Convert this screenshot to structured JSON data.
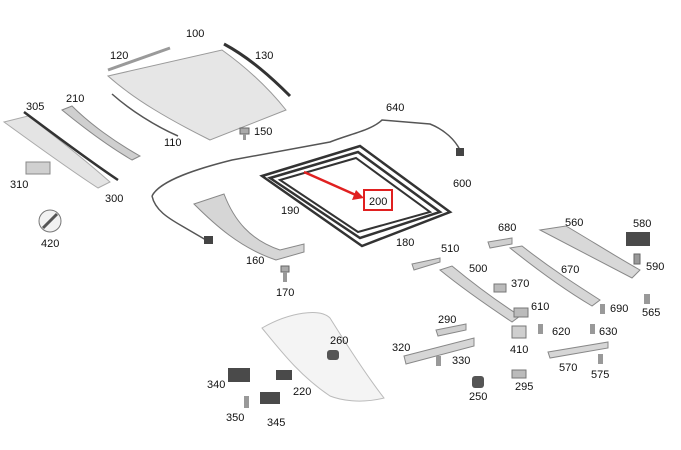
{
  "colors": {
    "background": "#ffffff",
    "part_fill": "#dcdcdc",
    "part_fill_light": "#efefef",
    "part_stroke": "#8a8a8a",
    "dark_part": "#4a4a4a",
    "frame_stroke": "#333333",
    "highlight": "#e02020"
  },
  "highlight": {
    "label": "200",
    "arrow_color": "#e02020"
  },
  "callouts": [
    {
      "id": "100",
      "text": "100"
    },
    {
      "id": "120",
      "text": "120"
    },
    {
      "id": "130",
      "text": "130"
    },
    {
      "id": "305",
      "text": "305"
    },
    {
      "id": "210",
      "text": "210"
    },
    {
      "id": "110",
      "text": "110"
    },
    {
      "id": "150",
      "text": "150"
    },
    {
      "id": "640",
      "text": "640"
    },
    {
      "id": "310",
      "text": "310"
    },
    {
      "id": "300",
      "text": "300"
    },
    {
      "id": "600",
      "text": "600"
    },
    {
      "id": "190",
      "text": "190"
    },
    {
      "id": "200",
      "text": "200"
    },
    {
      "id": "420",
      "text": "420"
    },
    {
      "id": "180",
      "text": "180"
    },
    {
      "id": "680",
      "text": "680"
    },
    {
      "id": "560",
      "text": "560"
    },
    {
      "id": "580",
      "text": "580"
    },
    {
      "id": "510",
      "text": "510"
    },
    {
      "id": "160",
      "text": "160"
    },
    {
      "id": "500",
      "text": "500"
    },
    {
      "id": "670",
      "text": "670"
    },
    {
      "id": "590",
      "text": "590"
    },
    {
      "id": "370",
      "text": "370"
    },
    {
      "id": "170",
      "text": "170"
    },
    {
      "id": "610",
      "text": "610"
    },
    {
      "id": "690",
      "text": "690"
    },
    {
      "id": "565",
      "text": "565"
    },
    {
      "id": "290",
      "text": "290"
    },
    {
      "id": "620",
      "text": "620"
    },
    {
      "id": "630",
      "text": "630"
    },
    {
      "id": "260",
      "text": "260"
    },
    {
      "id": "320",
      "text": "320"
    },
    {
      "id": "410",
      "text": "410"
    },
    {
      "id": "330",
      "text": "330"
    },
    {
      "id": "570",
      "text": "570"
    },
    {
      "id": "575",
      "text": "575"
    },
    {
      "id": "340",
      "text": "340"
    },
    {
      "id": "220",
      "text": "220"
    },
    {
      "id": "295",
      "text": "295"
    },
    {
      "id": "250",
      "text": "250"
    },
    {
      "id": "350",
      "text": "350"
    },
    {
      "id": "345",
      "text": "345"
    }
  ]
}
